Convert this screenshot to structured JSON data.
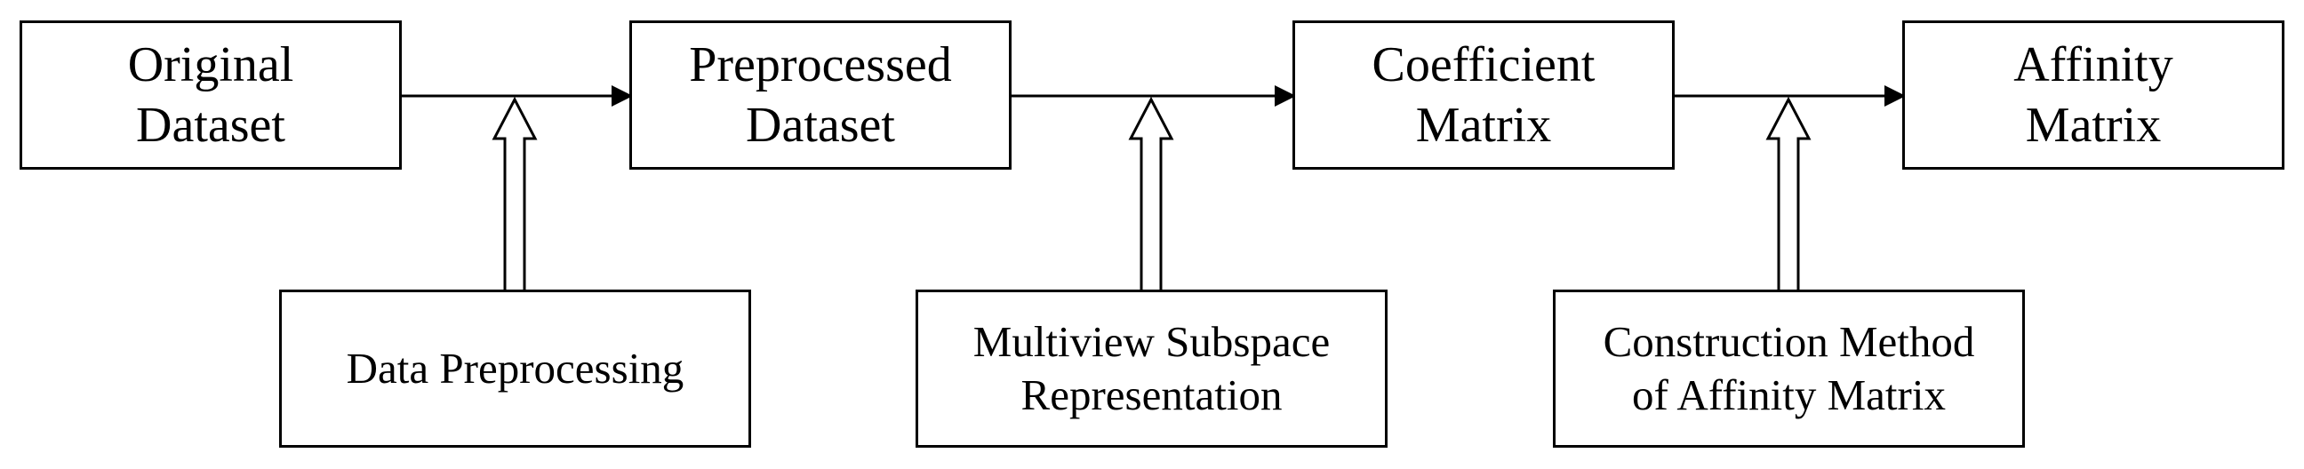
{
  "diagram": {
    "top_nodes": [
      {
        "id": "original-dataset",
        "lines": [
          "Original",
          "Dataset"
        ]
      },
      {
        "id": "preprocessed-dataset",
        "lines": [
          "Preprocessed",
          "Dataset"
        ]
      },
      {
        "id": "coefficient-matrix",
        "lines": [
          "Coefficient",
          "Matrix"
        ]
      },
      {
        "id": "affinity-matrix",
        "lines": [
          "Affinity",
          "Matrix"
        ]
      }
    ],
    "bottom_nodes": [
      {
        "id": "data-preprocessing",
        "lines": [
          "Data Preprocessing"
        ]
      },
      {
        "id": "multiview-subspace-representation",
        "lines": [
          "Multiview Subspace",
          "Representation"
        ]
      },
      {
        "id": "construction-method-of-affinity-matrix",
        "lines": [
          "Construction Method",
          "of Affinity Matrix"
        ]
      }
    ],
    "edges": [
      {
        "from": "original-dataset",
        "to": "preprocessed-dataset",
        "via": "data-preprocessing"
      },
      {
        "from": "preprocessed-dataset",
        "to": "coefficient-matrix",
        "via": "multiview-subspace-representation"
      },
      {
        "from": "coefficient-matrix",
        "to": "affinity-matrix",
        "via": "construction-method-of-affinity-matrix"
      }
    ]
  }
}
